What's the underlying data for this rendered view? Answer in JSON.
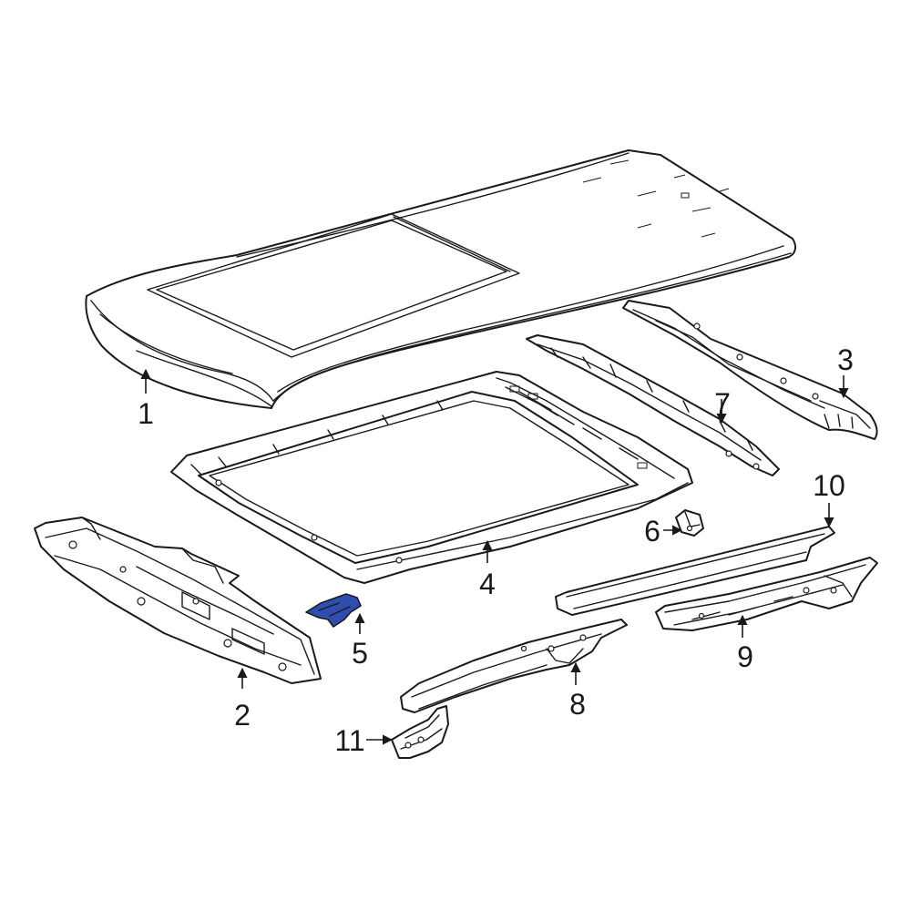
{
  "diagram": {
    "highlight_color": "#2f4fb0",
    "callouts": [
      {
        "id": "1",
        "label": "1"
      },
      {
        "id": "2",
        "label": "2"
      },
      {
        "id": "3",
        "label": "3"
      },
      {
        "id": "4",
        "label": "4"
      },
      {
        "id": "5",
        "label": "5",
        "highlighted": true
      },
      {
        "id": "6",
        "label": "6"
      },
      {
        "id": "7",
        "label": "7"
      },
      {
        "id": "8",
        "label": "8"
      },
      {
        "id": "9",
        "label": "9"
      },
      {
        "id": "10",
        "label": "10"
      },
      {
        "id": "11",
        "label": "11"
      }
    ]
  }
}
